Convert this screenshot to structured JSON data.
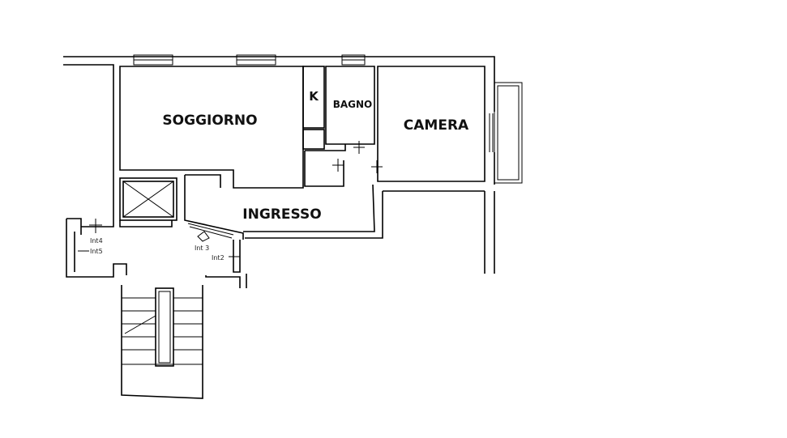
{
  "rooms": {
    "soggiorno": "SOGGIORNO",
    "k": "K",
    "bagno": "BAGNO",
    "camera": "CAMERA",
    "ingresso": "INGRESSO"
  },
  "switches": {
    "int4": "Int4",
    "int5": "Int5",
    "int3": "Int 3",
    "int2": "Int2"
  }
}
